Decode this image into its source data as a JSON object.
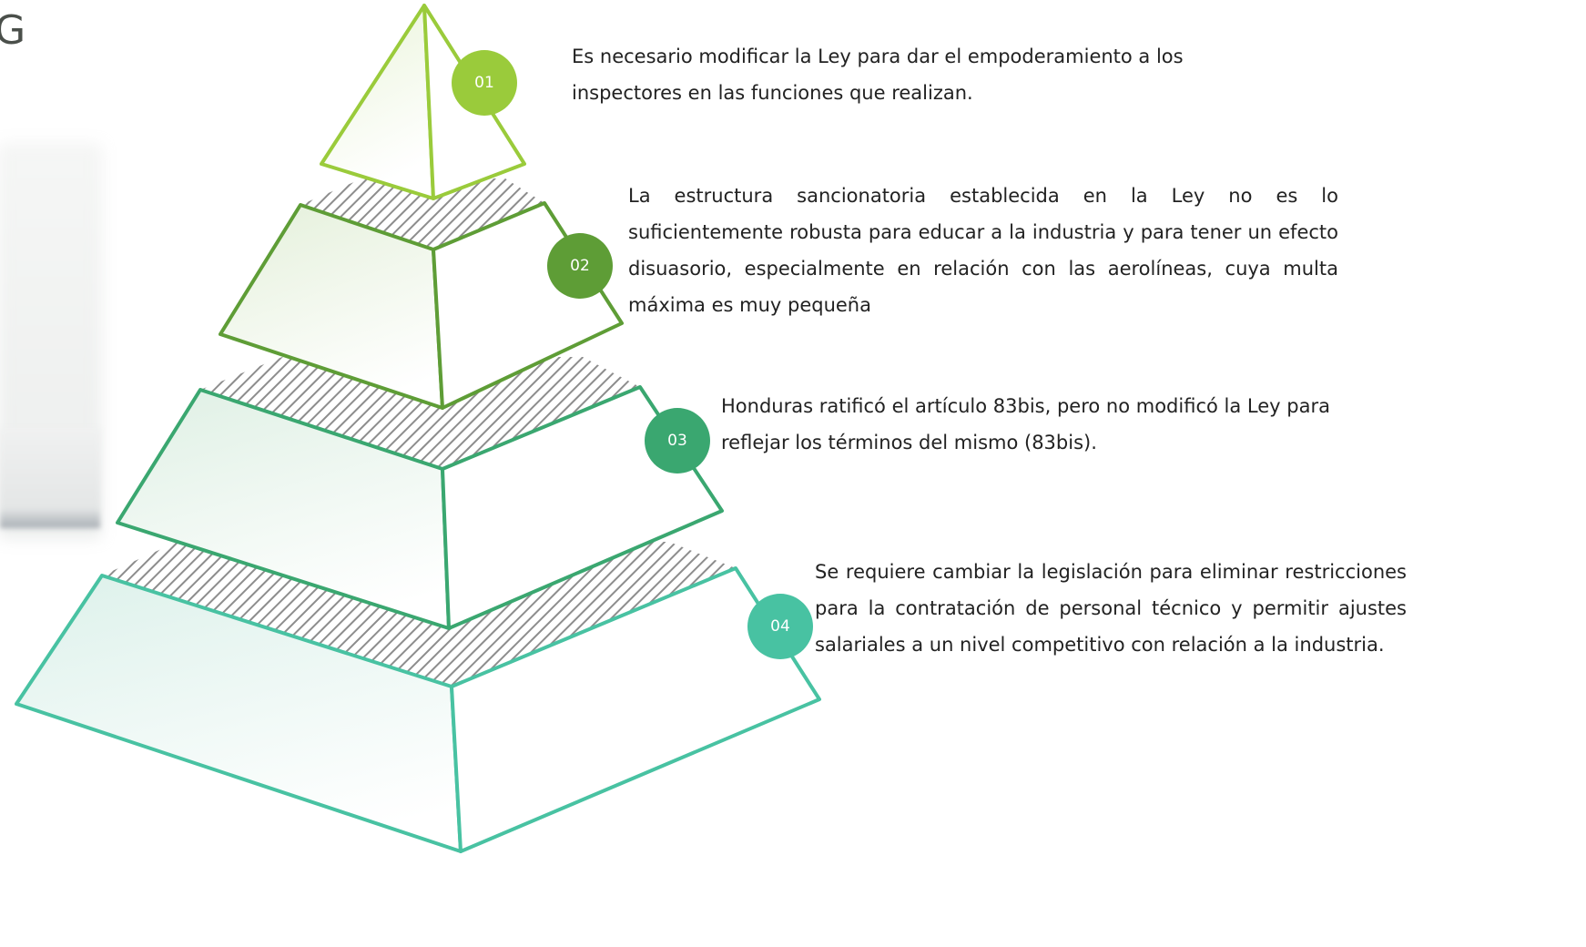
{
  "title_fragment": "G",
  "colors": {
    "level_1": "#9acb3b",
    "level_2": "#5e9d36",
    "level_3": "#3aa770",
    "level_4": "#48c2a2"
  },
  "levels": [
    {
      "number": "01",
      "text": "Es necesario modificar la Ley para dar el empoderamiento a los inspectores en las funciones que realizan."
    },
    {
      "number": "02",
      "text": "La estructura sancionatoria establecida en la Ley no es lo suficientemente robusta para educar a la industria y para tener un efecto disuasorio, especialmente en relación con las aerolíneas, cuya multa máxima es muy pequeña"
    },
    {
      "number": "03",
      "text": "Honduras ratificó el artículo 83bis, pero no modificó la Ley para reflejar los términos del mismo (83bis)."
    },
    {
      "number": "04",
      "text": "Se requiere cambiar la legislación para eliminar restricciones para la contratación de personal técnico y permitir ajustes salariales a un nivel competitivo con relación a la industria."
    }
  ]
}
